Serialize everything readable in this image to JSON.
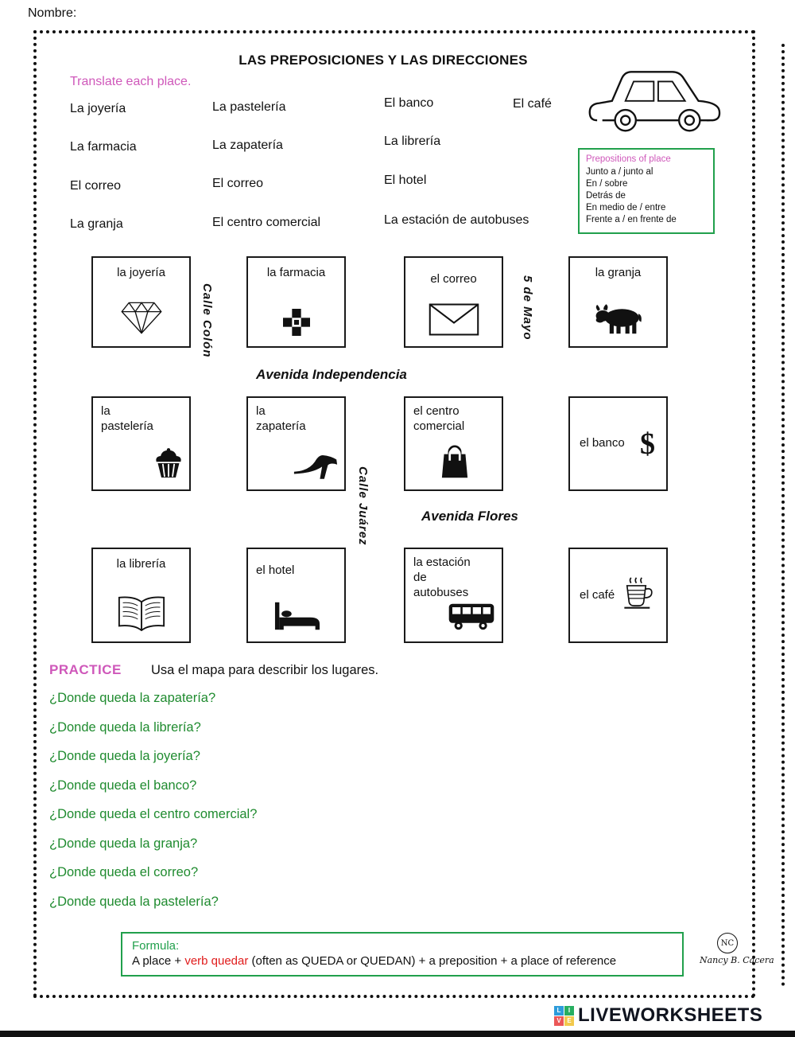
{
  "header": {
    "name_label": "Nombre:",
    "title": "LAS PREPOSICIONES Y LAS DIRECCIONES",
    "instruction": "Translate each place."
  },
  "translate": {
    "items": [
      "La joyería",
      "La farmacia",
      "El correo",
      "La granja",
      "La pastelería",
      "La zapatería",
      "El correo",
      "El centro comercial",
      "El banco",
      "La librería",
      "El hotel",
      "La estación de autobuses",
      "El café"
    ]
  },
  "prepositions_box": {
    "title": "Prepositions of place",
    "items": [
      "Junto a / junto al",
      "En / sobre",
      "Detrás de",
      "En medio de / entre",
      "Frente a / en frente de"
    ]
  },
  "map": {
    "streets": {
      "vertical1": "Calle Colón",
      "vertical2": "5 de Mayo",
      "vertical3": "Calle Juárez",
      "horizontal1": "Avenida Independencia",
      "horizontal2": "Avenida Flores"
    },
    "places": [
      {
        "label": "la joyería",
        "icon": "diamond-icon"
      },
      {
        "label": "la farmacia",
        "icon": "pharmacy-cross-icon"
      },
      {
        "label": "el correo",
        "icon": "envelope-icon"
      },
      {
        "label": "la granja",
        "icon": "cow-icon"
      },
      {
        "label": "la pastelería",
        "icon": "cupcake-icon"
      },
      {
        "label": "la zapatería",
        "icon": "high-heel-icon"
      },
      {
        "label": "el centro comercial",
        "icon": "shopping-bag-icon"
      },
      {
        "label": "el banco",
        "icon": "dollar-icon"
      },
      {
        "label": "la librería",
        "icon": "open-book-icon"
      },
      {
        "label": "el hotel",
        "icon": "bed-icon"
      },
      {
        "label": "la estación de autobuses",
        "icon": "bus-icon"
      },
      {
        "label": "el café",
        "icon": "coffee-cup-icon"
      }
    ]
  },
  "practice": {
    "title": "PRACTICE",
    "instruction": "Usa el mapa para describir los lugares.",
    "questions": [
      "¿Donde queda la zapatería?",
      "¿Donde queda la librería?",
      "¿Donde queda la joyería?",
      "¿Donde queda el banco?",
      "¿Donde queda el centro comercial?",
      "¿Donde queda la granja?",
      "¿Donde queda el correo?",
      "¿Donde queda la pastelería?"
    ]
  },
  "formula": {
    "title": "Formula:",
    "part1": "A place + ",
    "highlight": "verb quedar",
    "part2": " (often as QUEDA or QUEDAN) + a preposition + a place of reference"
  },
  "signature": {
    "initials": "NC",
    "name": "Nancy B. Cacera"
  },
  "footer": {
    "logo_letters": [
      "L",
      "I",
      "V",
      "E"
    ],
    "brand": "LIVEWORKSHEETS"
  },
  "colors": {
    "pink": "#cf58ba",
    "green": "#21a04c",
    "question_green": "#1f8b2f",
    "red": "#e01b1b"
  }
}
